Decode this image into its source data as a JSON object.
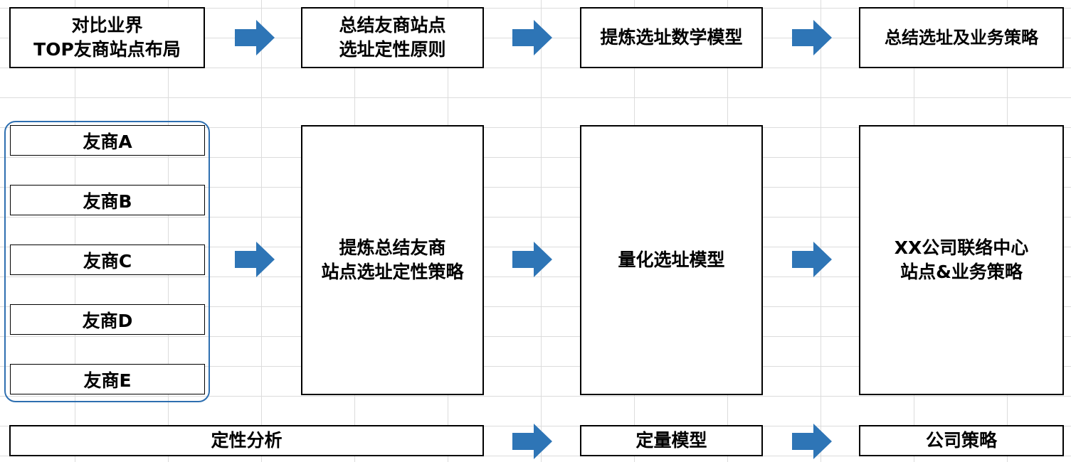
{
  "colors": {
    "arrow": "#2e75b6",
    "group_border": "#2e6fb0",
    "box_border": "#000000"
  },
  "top_row": [
    {
      "text": "对比业界\nTOP友商站点布局"
    },
    {
      "text": "总结友商站点\n选址定性原则"
    },
    {
      "text": "提炼选址数学模型"
    },
    {
      "text": "总结选址及业务策略"
    }
  ],
  "competitors": [
    "友商A",
    "友商B",
    "友商C",
    "友商D",
    "友商E"
  ],
  "middle_row": [
    {
      "text": "提炼总结友商\n站点选址定性策略"
    },
    {
      "text": "量化选址模型"
    },
    {
      "text": "XX公司联络中心\n站点&业务策略"
    }
  ],
  "bottom_row": [
    {
      "text": "定性分析"
    },
    {
      "text": "定量模型"
    },
    {
      "text": "公司策略"
    }
  ],
  "icons": {
    "arrow": "right-arrow-icon"
  }
}
